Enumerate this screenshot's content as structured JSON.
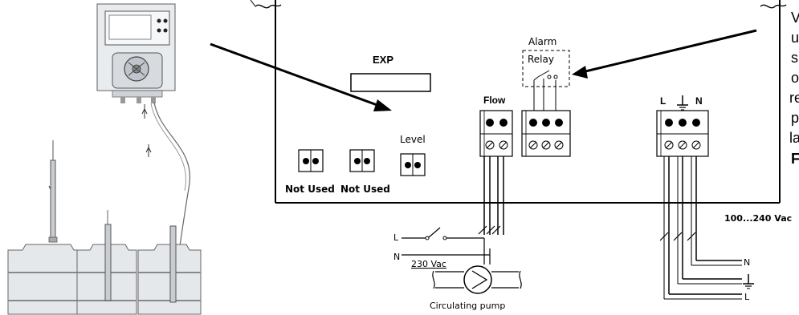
{
  "labels": {
    "exp": "EXP",
    "level": "Level",
    "flow": "Flow",
    "alarm": "Alarm",
    "relay": "Relay",
    "not_used_1": "Not Used",
    "not_used_2": "Not Used",
    "line": "L",
    "neutral": "N",
    "supply_voltage": "100...240 Vac",
    "supply_n": "N",
    "supply_l": "L",
    "pump_l": "L",
    "pump_n": "N",
    "pump_voltage": "230 Vac",
    "circulating_pump": "Circulating pump"
  },
  "side_text": {
    "lines": [
      "V",
      "u",
      "s",
      "o",
      "re",
      "p",
      "la",
      "F"
    ]
  }
}
